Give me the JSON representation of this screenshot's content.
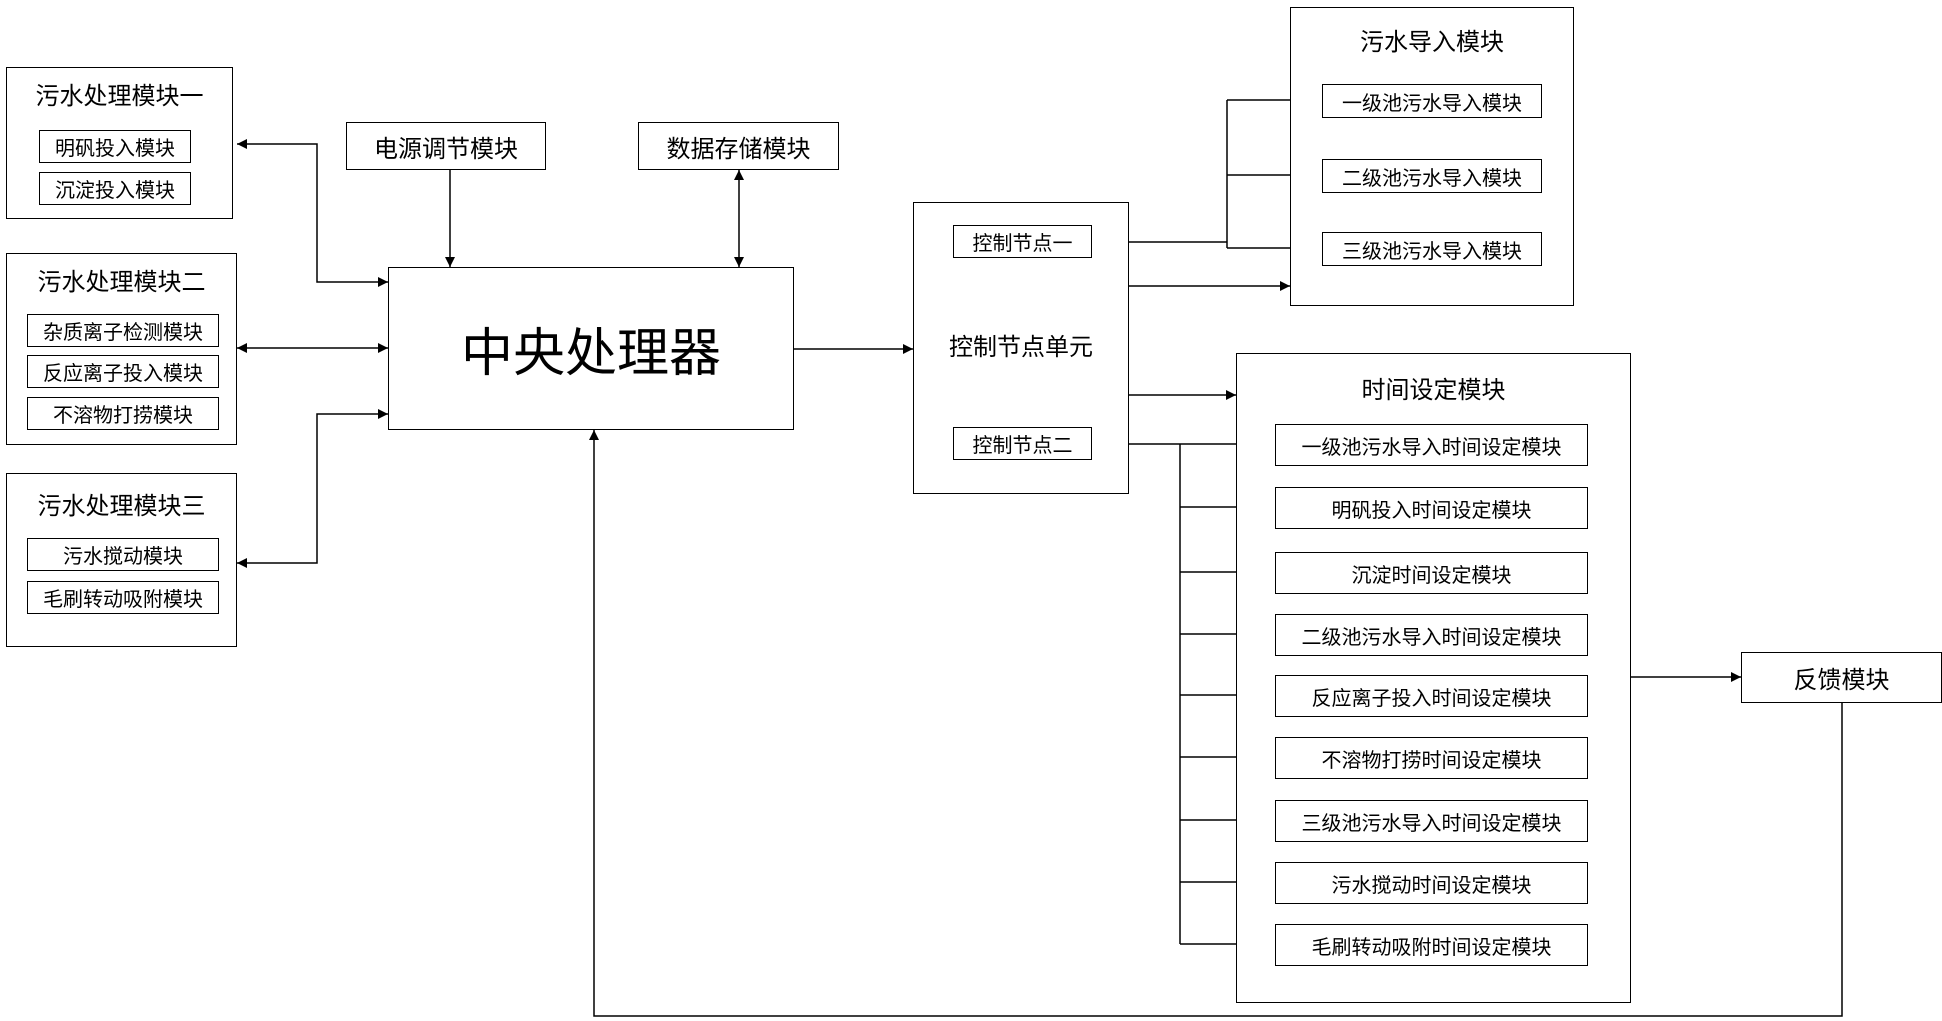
{
  "modules": {
    "treatment1": {
      "title": "污水处理模块一",
      "items": [
        "明矾投入模块",
        "沉淀投入模块"
      ]
    },
    "treatment2": {
      "title": "污水处理模块二",
      "items": [
        "杂质离子检测模块",
        "反应离子投入模块",
        "不溶物打捞模块"
      ]
    },
    "treatment3": {
      "title": "污水处理模块三",
      "items": [
        "污水搅动模块",
        "毛刷转动吸附模块"
      ]
    },
    "power": "电源调节模块",
    "storage": "数据存储模块",
    "cpu": "中央处理器",
    "control_unit": {
      "title": "控制节点单元",
      "node1": "控制节点一",
      "node2": "控制节点二"
    },
    "inflow": {
      "title": "污水导入模块",
      "items": [
        "一级池污水导入模块",
        "二级池污水导入模块",
        "三级池污水导入模块"
      ]
    },
    "timing": {
      "title": "时间设定模块",
      "items": [
        "一级池污水导入时间设定模块",
        "明矾投入时间设定模块",
        "沉淀时间设定模块",
        "二级池污水导入时间设定模块",
        "反应离子投入时间设定模块",
        "不溶物打捞时间设定模块",
        "三级池污水导入时间设定模块",
        "污水搅动时间设定模块",
        "毛刷转动吸附时间设定模块"
      ]
    },
    "feedback": "反馈模块"
  },
  "colors": {
    "line": "#000000",
    "background": "#ffffff"
  }
}
